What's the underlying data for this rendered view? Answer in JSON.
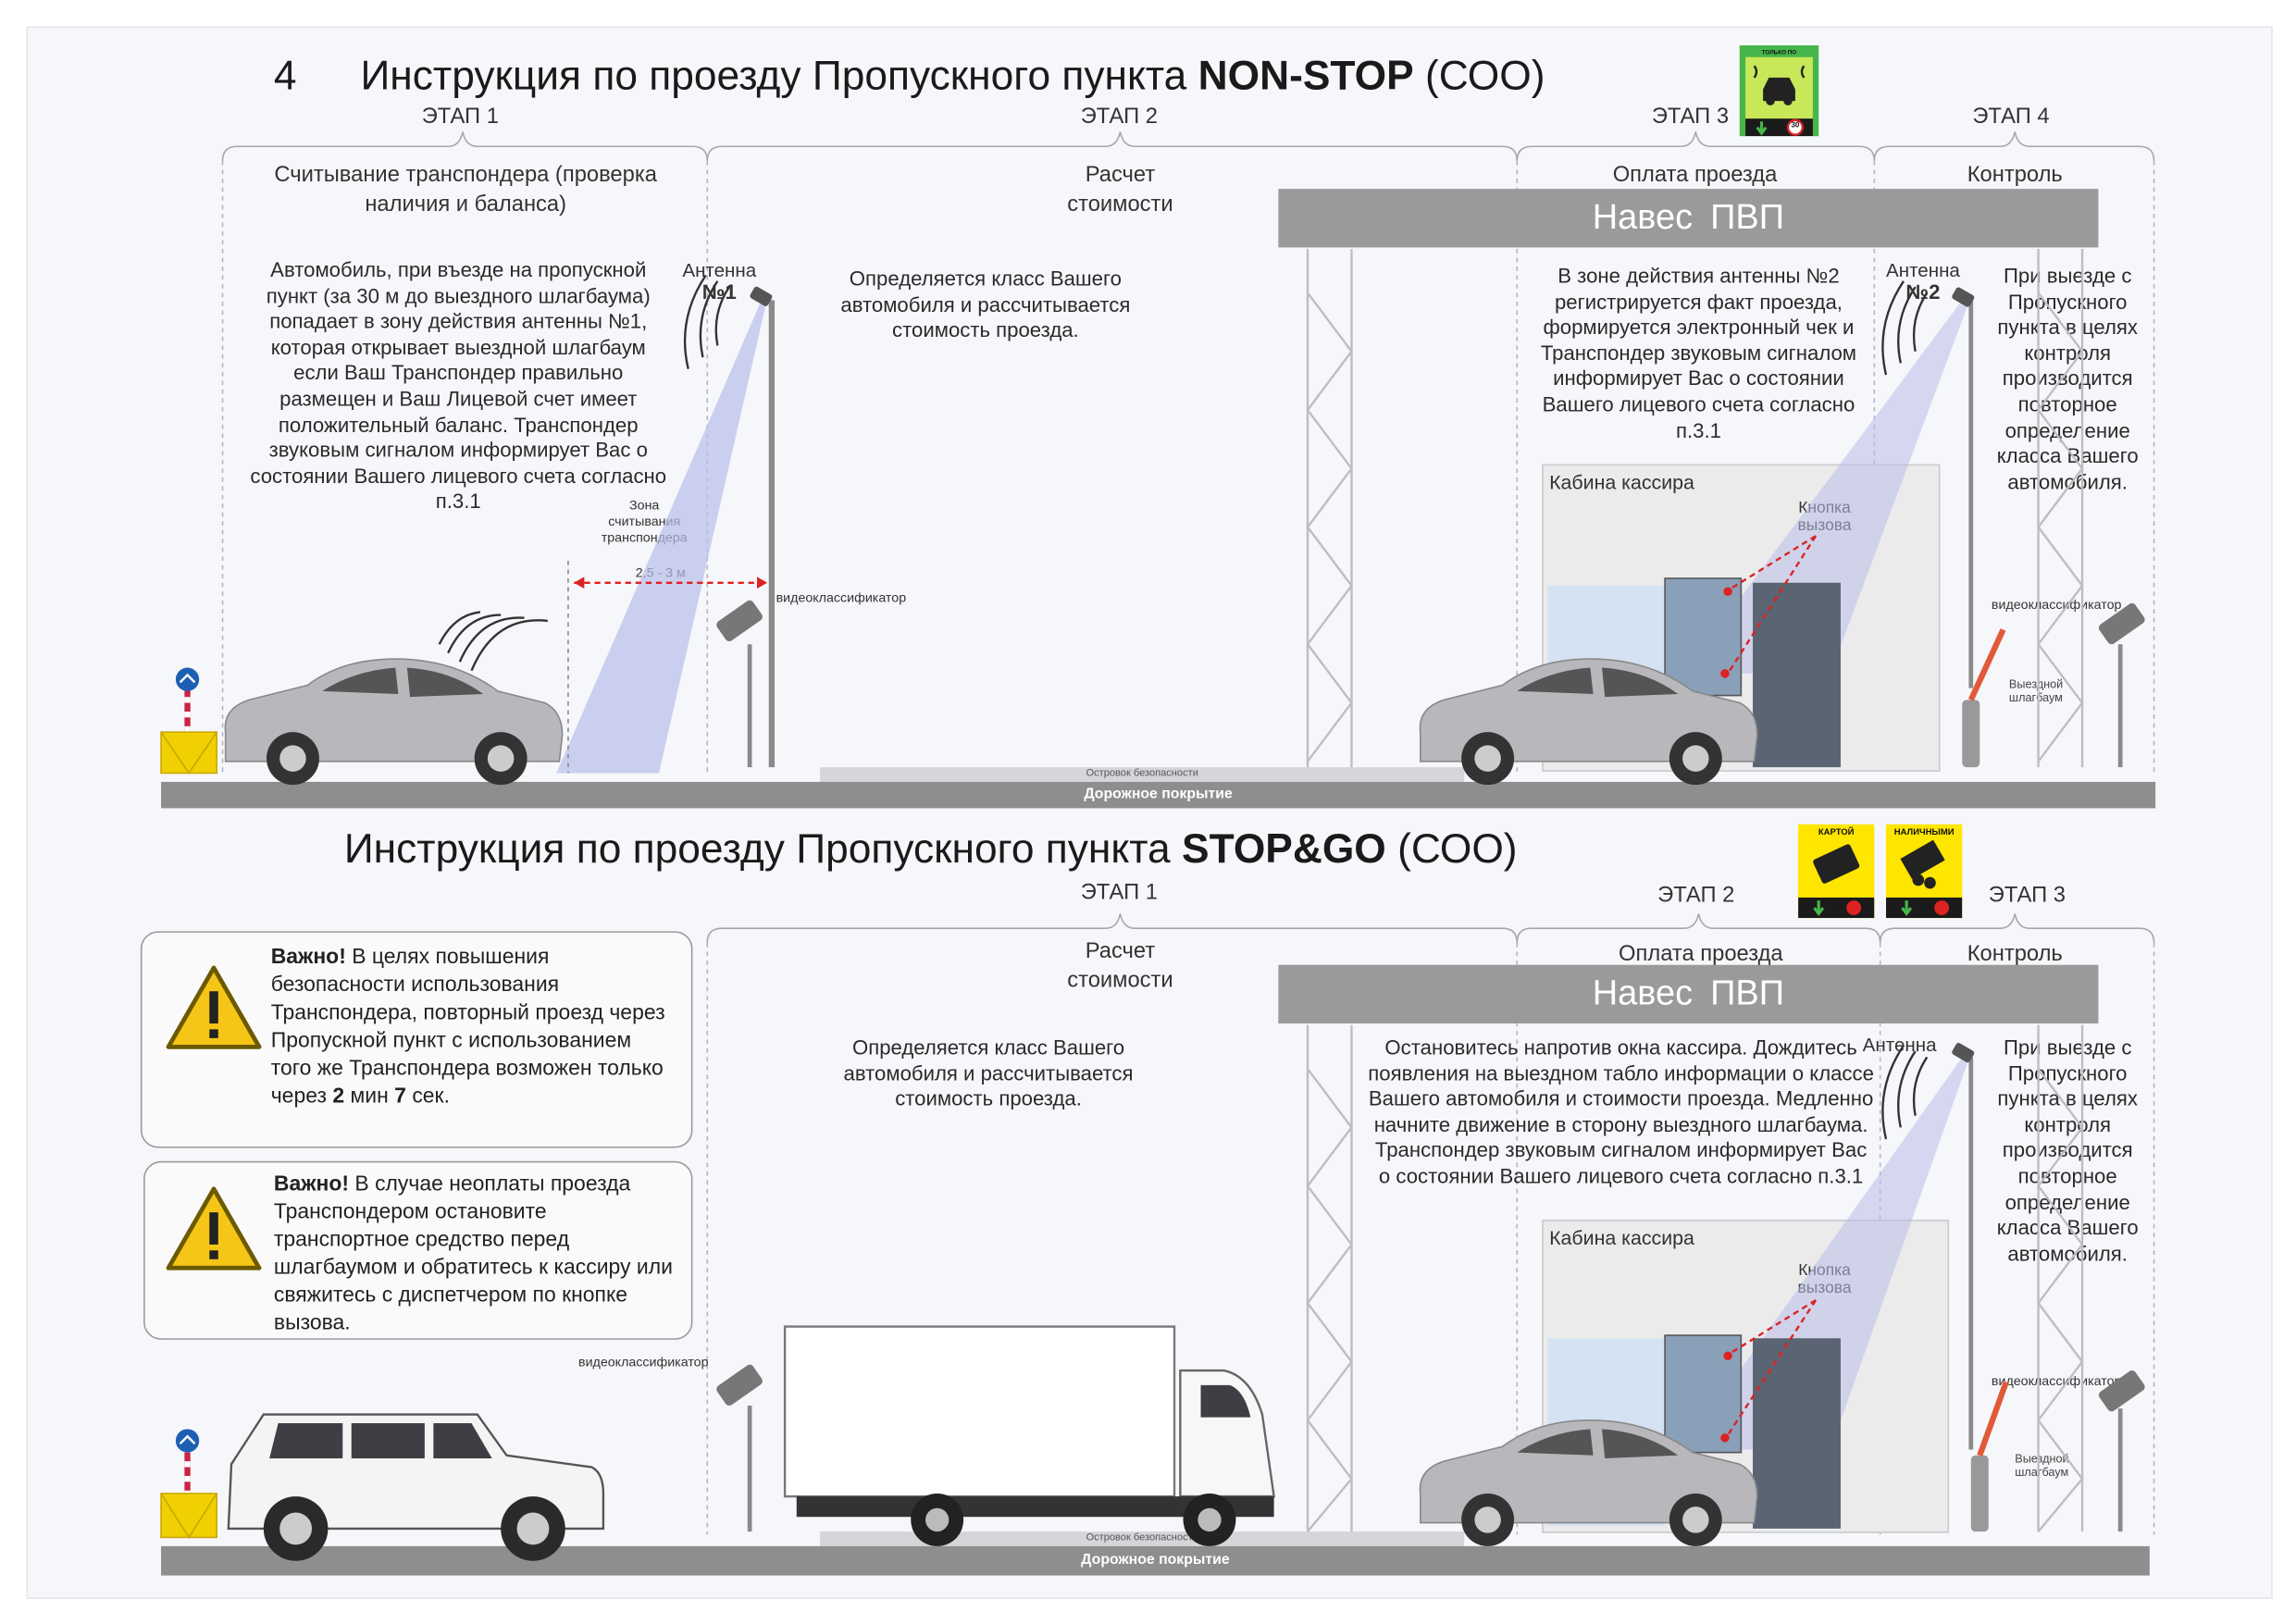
{
  "colors": {
    "canopy": "#9a9a9a",
    "road": "#8e8e8e",
    "beam": "#b9bdea",
    "warning": "#f5c518",
    "barrier_stripe": "#e05a3a",
    "sign_green": "#46b64a",
    "sign_yellow": "#ffe600"
  },
  "nonstop": {
    "title_number": "4",
    "title_prefix": "Инструкция по проезду Пропускного пункта",
    "title_bold": "NON-STOP",
    "title_suffix": "(СОО)",
    "sign_caption": "ТОЛЬКО ПО ТРАНСПОНДЕРУ",
    "sign_speed": "30",
    "stages": [
      {
        "label": "ЭТАП 1",
        "title": "Считывание транспондера (проверка наличия и баланса)"
      },
      {
        "label": "ЭТАП 2",
        "title": "Расчет стоимости"
      },
      {
        "label": "ЭТАП 3",
        "title": "Оплата проезда"
      },
      {
        "label": "ЭТАП 4",
        "title": "Контроль"
      }
    ],
    "canopy_word1": "Навес",
    "canopy_word2": "ПВП",
    "text_stage1": "Автомобиль, при въезде на пропускной пункт (за 30 м до выездного шлагбаума) попадает в зону действия антенны №1, которая открывает выездной шлагбаум если Ваш Транспондер правильно размещен и Ваш Лицевой счет имеет положительный баланс. Транспондер звуковым сигналом информирует Вас о состоянии Вашего лицевого счета согласно п.3.1",
    "text_stage2": "Определяется класс Вашего автомобиля и рассчитывается стоимость проезда.",
    "text_stage3": "В зоне действия антенны №2 регистрируется факт проезда, формируется электронный чек и Транспондер звуковым сигналом информирует Вас о состоянии Вашего лицевого счета согласно п.3.1",
    "text_stage4": "При выезде с Пропускного пункта в целях контроля производится повторное определение класса Вашего автомобиля.",
    "antenna1_label": "Антенна",
    "antenna1_num": "№1",
    "antenna2_label": "Антенна",
    "antenna2_num": "№2",
    "zone_label": "Зона считывания транспондера",
    "distance_label": "2,5 - 3 м",
    "videoclassifier1": "видеоклассификатор",
    "videoclassifier2": "видеоклассификатор",
    "booth_title": "Кабина кассира",
    "call_button": "Кнопка вызова",
    "exit_barrier": "Выездной шлагбаум",
    "island": "Островок безопасности",
    "road": "Дорожное покрытие"
  },
  "stopgo": {
    "title_prefix": "Инструкция по проезду Пропускного пункта",
    "title_bold": "STOP&GO",
    "title_suffix": "(СОО)",
    "sign1_caption": "КАРТОЙ",
    "sign2_caption": "НАЛИЧНЫМИ",
    "stages": [
      {
        "label": "ЭТАП 1",
        "title": "Расчет стоимости"
      },
      {
        "label": "ЭТАП 2",
        "title": "Оплата проезда"
      },
      {
        "label": "ЭТАП 3",
        "title": "Контроль"
      }
    ],
    "canopy_word1": "Навес",
    "canopy_word2": "ПВП",
    "warning1_bold": "Важно!",
    "warning1_text_a": "В целях повышения безопасности использования Транспондера, повторный проезд через Пропускной пункт с использованием того же Транспондера возможен только через",
    "warning1_num1": "2",
    "warning1_mid": "мин",
    "warning1_num2": "7",
    "warning1_end": "сек.",
    "warning2_bold": "Важно!",
    "warning2_text": "В случае неоплаты проезда Транспондером остановите транспортное средство перед шлагбаумом и обратитесь к кассиру или свяжитесь с диспетчером по кнопке вызова.",
    "text_stage1": "Определяется класс Вашего автомобиля и рассчитывается стоимость проезда.",
    "text_stage2": "Остановитесь напротив окна кассира. Дождитесь появления на выездном табло информации о классе Вашего автомобиля и стоимости проезда. Медленно начните движение в сторону выездного шлагбаума. Транспондер звуковым сигналом информирует Вас о состоянии Вашего лицевого счета согласно п.3.1",
    "text_stage3": "При выезде с Пропускного пункта в целях контроля производится повторное определение класса Вашего автомобиля.",
    "antenna_label": "Антенна",
    "videoclassifier1": "видеоклассификатор",
    "videoclassifier2": "видеоклассификатор",
    "booth_title": "Кабина кассира",
    "call_button": "Кнопка вызова",
    "exit_barrier": "Выездной шлагбаум",
    "island": "Островок безопасности",
    "road": "Дорожное покрытие"
  }
}
